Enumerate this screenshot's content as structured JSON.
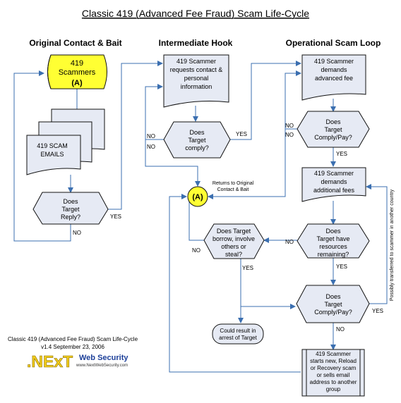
{
  "title": "Classic 419 (Advanced Fee Fraud) Scam Life-Cycle",
  "columns": {
    "left": "Original Contact & Bait",
    "middle": "Intermediate Hook",
    "right": "Operational Scam Loop"
  },
  "nodes": {
    "scammers": [
      "419",
      "Scammers",
      "(A)"
    ],
    "emails": [
      "419 SCAM",
      "EMAILS"
    ],
    "target_reply": [
      "Does",
      "Target",
      "Reply?"
    ],
    "requests_contact": [
      "419 Scammer",
      "requests contact &",
      "personal",
      "information"
    ],
    "target_comply": [
      "Does",
      "Target",
      "comply?"
    ],
    "demands_advanced": [
      "419 Scammer",
      "demands",
      "advanced fee"
    ],
    "comply_pay_1": [
      "Does",
      "Target",
      "Comply/Pay?"
    ],
    "demands_additional": [
      "419 Scammer",
      "demands",
      "additional fees"
    ],
    "resources": [
      "Does",
      "Target have",
      "resources",
      "remaining?"
    ],
    "borrow": [
      "Does Target",
      "borrow, involve",
      "others or",
      "steal?"
    ],
    "comply_pay_2": [
      "Does",
      "Target",
      "Comply/Pay?"
    ],
    "arrest": [
      "Could result in",
      "arrest of Target"
    ],
    "starts_new": [
      "419 Scammer",
      "starts new, Reload",
      "or Recovery scam",
      "or sells email",
      "address to another",
      "group"
    ],
    "connector": "(A)",
    "returns_note": [
      "Returns to Original",
      "Contact & Bait"
    ]
  },
  "labels": {
    "yes": "YES",
    "no": "NO",
    "side_note": "Possibly transferred to scammer in another country"
  },
  "footer": {
    "line1": "Classic 419 (Advanced Fee Fraud) Scam Life-Cycle",
    "line2": "v1.4 September 23, 2006",
    "logo": ".NExT",
    "web_security": "Web Security",
    "url": "www.NextWebSecurity.com"
  },
  "colors": {
    "shape_fill": "#e6eaf4",
    "stroke": "#111111",
    "connector_line": "#3b6fb0",
    "highlight": "#ffff33",
    "logo_yellow": "#f2cd1d",
    "logo_blue": "#1c3f99"
  }
}
